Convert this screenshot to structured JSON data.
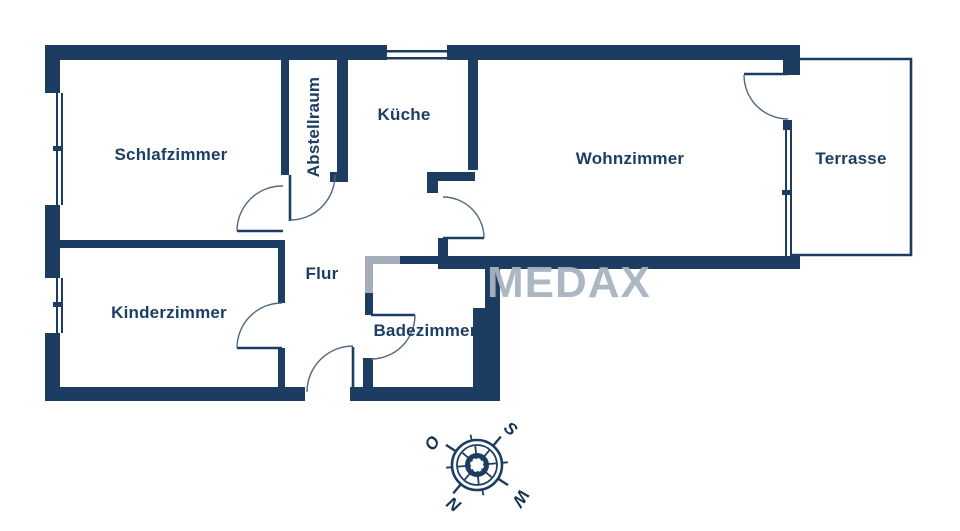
{
  "floorplan": {
    "title": "apartment-floorplan",
    "rooms": {
      "schlafzimmer": "Schlafzimmer",
      "abstellraum": "Abstellraum",
      "kueche": "Küche",
      "wohnzimmer": "Wohnzimmer",
      "terrasse": "Terrasse",
      "flur": "Flur",
      "kinderzimmer": "Kinderzimmer",
      "badezimmer": "Badezimmer"
    },
    "watermark": "MEDAX",
    "compass": {
      "north": "N",
      "east": "O",
      "south": "S",
      "west": "W"
    },
    "colors": {
      "wall": "#1c3d61",
      "light_wall": "#a3aeba",
      "label": "#1d3e63",
      "watermark": "#a9b4c1",
      "background": "#ffffff"
    }
  }
}
